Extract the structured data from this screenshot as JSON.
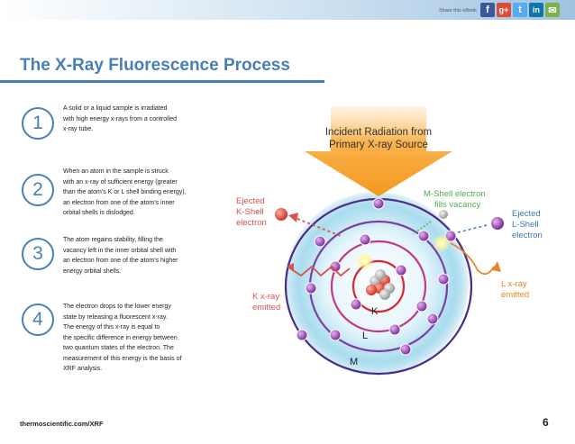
{
  "header": {
    "share_text": "Share this eBook",
    "social": [
      {
        "icon": "facebook-icon",
        "glyph": "f",
        "color": "#3b5998"
      },
      {
        "icon": "google-plus-icon",
        "glyph": "g+",
        "color": "#dd4b39"
      },
      {
        "icon": "twitter-icon",
        "glyph": "t",
        "color": "#55acee"
      },
      {
        "icon": "linkedin-icon",
        "glyph": "in",
        "color": "#0e76a8"
      },
      {
        "icon": "email-icon",
        "glyph": "✉",
        "color": "#7cb342"
      }
    ]
  },
  "title": "The X-Ray Fluorescence Process",
  "steps": [
    {
      "number": "1",
      "lines": [
        "A solid or a liquid sample is irradiated",
        "with high energy x-rays from a controlled",
        "x-ray tube."
      ]
    },
    {
      "number": "2",
      "lines": [
        "When an atom in the sample is struck",
        "with an x-ray of sufficient energy (greater",
        "than the atom’s K or L shell binding energy),",
        "an electron from one of the atom’s inner",
        "orbital shells is dislodged."
      ]
    },
    {
      "number": "3",
      "lines": [
        "The atom regains stability, filling the",
        "vacancy left in the inner orbital shell with",
        "an electron from one of the atom’s higher",
        "energy orbital shells."
      ]
    },
    {
      "number": "4",
      "lines": [
        "The electron drops to the lower energy",
        "state by releasing a fluorescent x-ray.",
        "The energy of this x-ray is equal to",
        "the specific difference in energy between",
        "two quantum states of the electron. The",
        "measurement of this energy is the basis of",
        "XRF analysis."
      ]
    }
  ],
  "diagram": {
    "incident_lines": [
      "Incident Radiation from",
      "Primary X-ray Source"
    ],
    "ejected_k_lines": [
      "Ejected",
      "K-Shell",
      "electron"
    ],
    "m_shell_lines": [
      "M-Shell electron",
      "fills vacancy"
    ],
    "ejected_l_lines": [
      "Ejected",
      "L-Shell",
      "electron"
    ],
    "k_xray_lines": [
      "K x-ray",
      "emitted"
    ],
    "l_xray_lines": [
      "L x-ray",
      "emitted"
    ],
    "shell_k": "K",
    "shell_l": "L",
    "shell_m": "M",
    "colors": {
      "arrow": "#f5a623",
      "red_label": "#d9534f",
      "green_label": "#4caf50",
      "blue_label": "#3d7ab8",
      "orange_label": "#e8872a",
      "electron": "#9b3fb5",
      "glow": "#7ec8e3"
    }
  },
  "footer": {
    "url": "thermoscientific.com/XRF",
    "page": "6"
  }
}
